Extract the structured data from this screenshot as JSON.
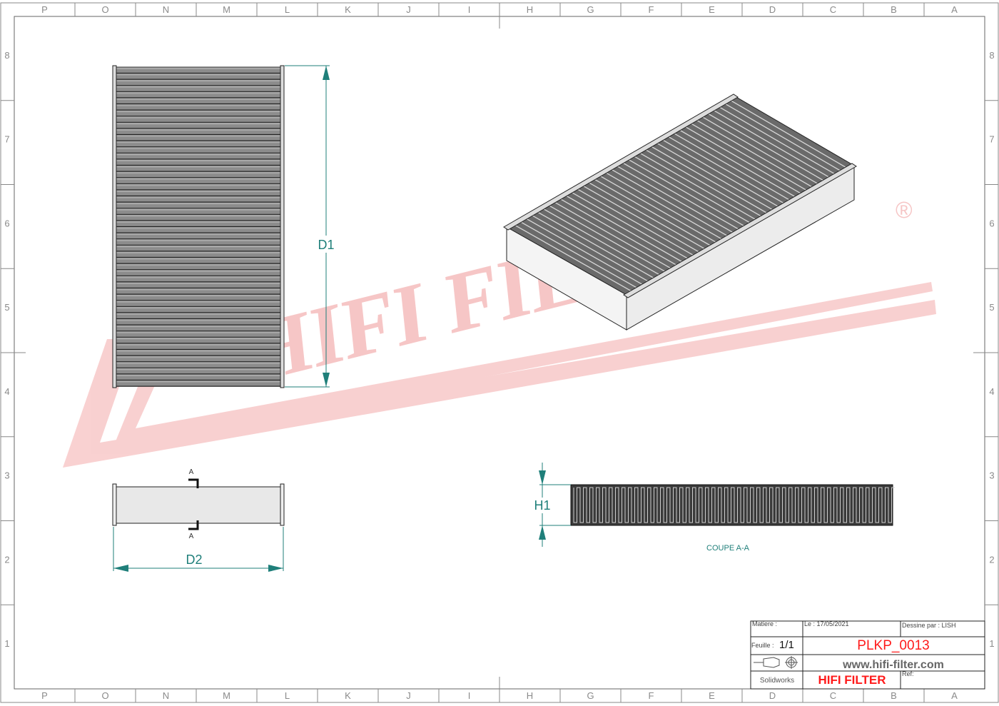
{
  "sheet": {
    "column_labels": [
      "P",
      "O",
      "N",
      "M",
      "L",
      "K",
      "J",
      "I",
      "H",
      "G",
      "F",
      "E",
      "D",
      "C",
      "B",
      "A"
    ],
    "row_labels": [
      "8",
      "7",
      "6",
      "5",
      "4",
      "3",
      "2",
      "1"
    ]
  },
  "watermark": {
    "text": "HIFI FILTER",
    "registered": "®",
    "color": "#f4b6b6"
  },
  "views": {
    "front": {
      "dimension": "D1"
    },
    "bottom": {
      "dimension": "D2",
      "section_mark": "A"
    },
    "section": {
      "dimension": "H1",
      "caption": "COUPE A-A"
    }
  },
  "title_block": {
    "matiere_label": "Matiere :",
    "date_label": "Le : 17/05/2021",
    "drawn_by": "Dessine par : LISH",
    "sheet_label": "Feuille :",
    "sheet_value": "1/1",
    "part_number": "PLKP_0013",
    "website": "www.hifi-filter.com",
    "software": "Solidworks",
    "brand": "HIFI FILTER",
    "ref_label": "Ref:"
  },
  "colors": {
    "dimension": "#1f7f7a",
    "accent_red": "#ff1a1a",
    "filter_gray": "#9a9a9a"
  }
}
